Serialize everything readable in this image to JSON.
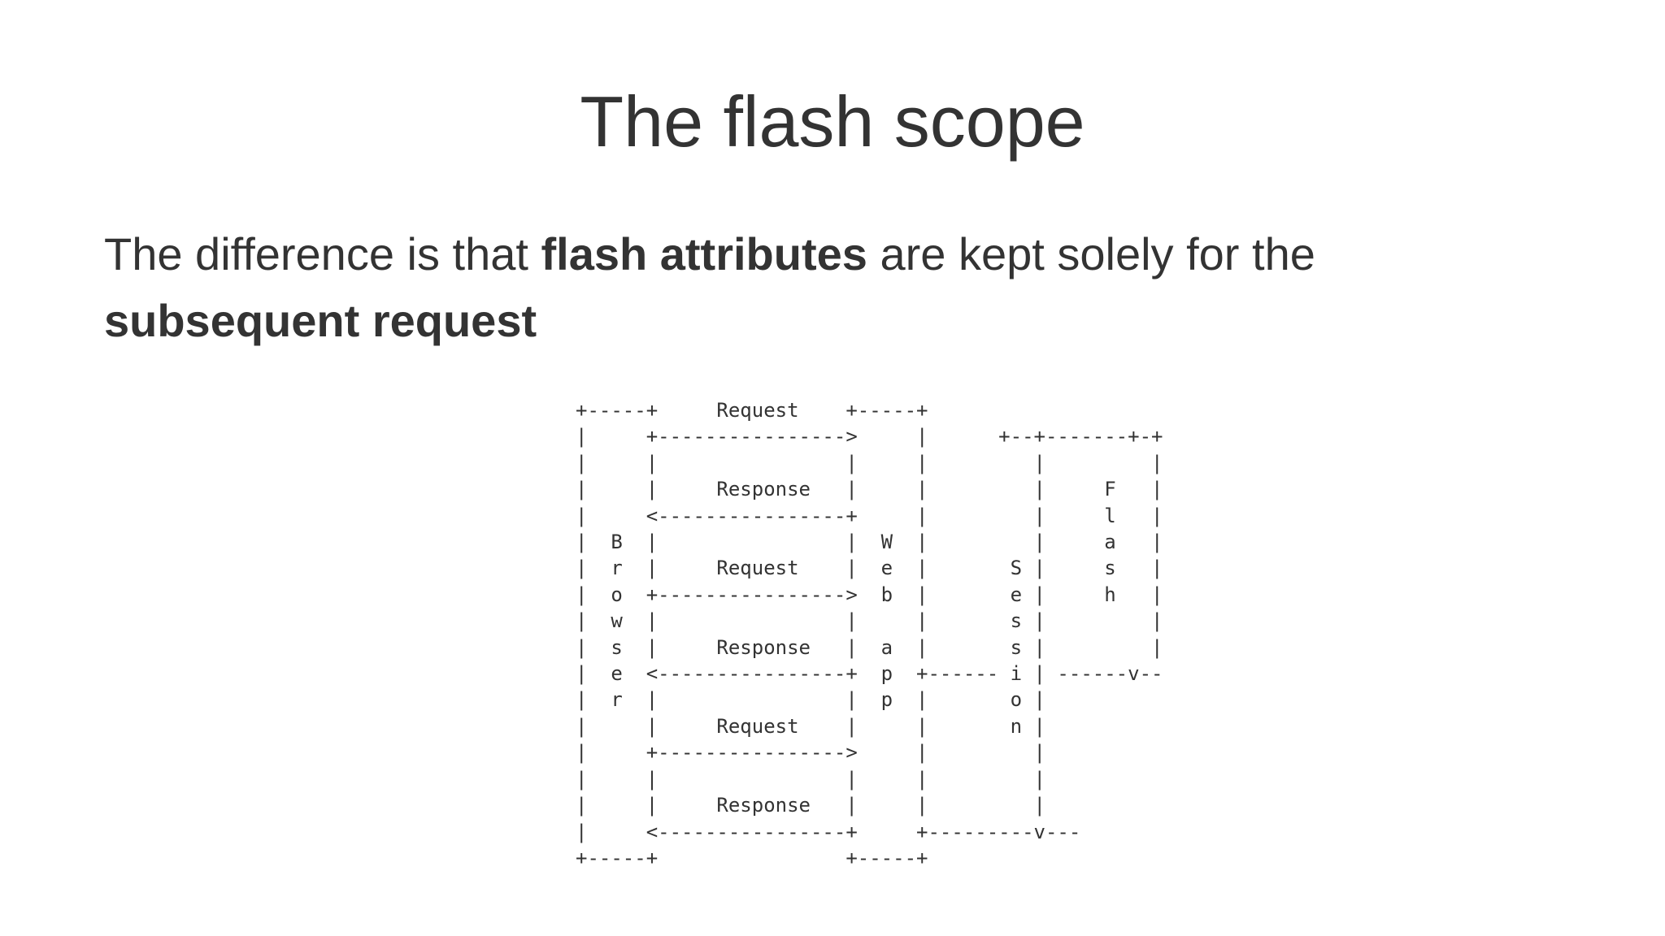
{
  "slide": {
    "title": "The flash scope",
    "body": {
      "part1": "The difference is that ",
      "bold1": "flash attributes",
      "part2": " are kept solely for the ",
      "bold2": "subsequent request"
    }
  },
  "diagram": {
    "lines": [
      "+-----+     Request    +-----+",
      "|     +---------------->     |      +--+-------+-+",
      "|     |                |     |         |         |",
      "|     |     Response   |     |         |     F   |",
      "|     <----------------+     |         |     l   |",
      "|  B  |                |  W  |         |     a   |",
      "|  r  |     Request    |  e  |       S |     s   |",
      "|  o  +---------------->  b  |       e |     h   |",
      "|  w  |                |     |       s |         |",
      "|  s  |     Response   |  a  |       s |         |",
      "|  e  <----------------+  p  +------ i | ------v--",
      "|  r  |                |  p  |       o |",
      "|     |     Request    |     |       n |",
      "|     +---------------->     |         |",
      "|     |                |     |         |",
      "|     |     Response   |     |         |",
      "|     <----------------+     +---------v---",
      "+-----+                +-----+"
    ]
  }
}
